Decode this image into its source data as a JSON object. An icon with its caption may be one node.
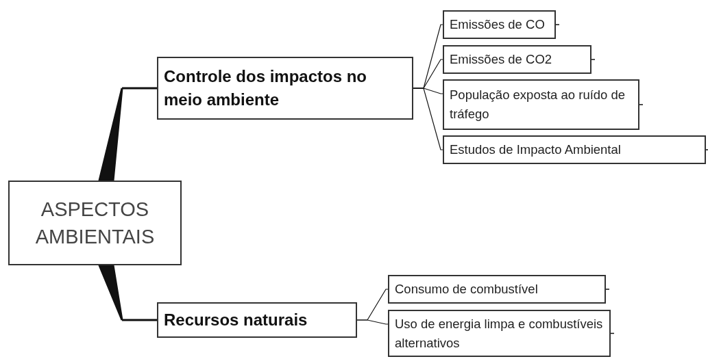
{
  "diagram": {
    "nodes": [
      {
        "text": [
          "ASPECTOS AMBIENTAIS"
        ]
      },
      {
        "text": [
          "Controle dos impactos no meio ambiente"
        ]
      },
      {
        "text": [
          "Emissões de CO"
        ]
      },
      {
        "text": [
          "Emissões de CO2"
        ]
      },
      {
        "text": [
          "População exposta ao ruído de tráfego"
        ]
      },
      {
        "text": [
          "Estudos de Impacto Ambiental"
        ]
      },
      {
        "text": [
          "Recursos naturais"
        ]
      },
      {
        "text": [
          "Consumo de combustível"
        ]
      },
      {
        "text": [
          "Uso de energia limpa e combustíveis alternativos"
        ]
      }
    ],
    "edges": [
      {
        "from": 0,
        "to": 1,
        "arrow": "none",
        "style": "thick"
      },
      {
        "from": 0,
        "to": 6,
        "arrow": "none",
        "style": "thick"
      },
      {
        "from": 1,
        "to": 2,
        "arrow": "none"
      },
      {
        "from": 1,
        "to": 3,
        "arrow": "none"
      },
      {
        "from": 1,
        "to": 4,
        "arrow": "none"
      },
      {
        "from": 1,
        "to": 5,
        "arrow": "none"
      },
      {
        "from": 6,
        "to": 7,
        "arrow": "none"
      },
      {
        "from": 6,
        "to": 8,
        "arrow": "none"
      }
    ]
  }
}
